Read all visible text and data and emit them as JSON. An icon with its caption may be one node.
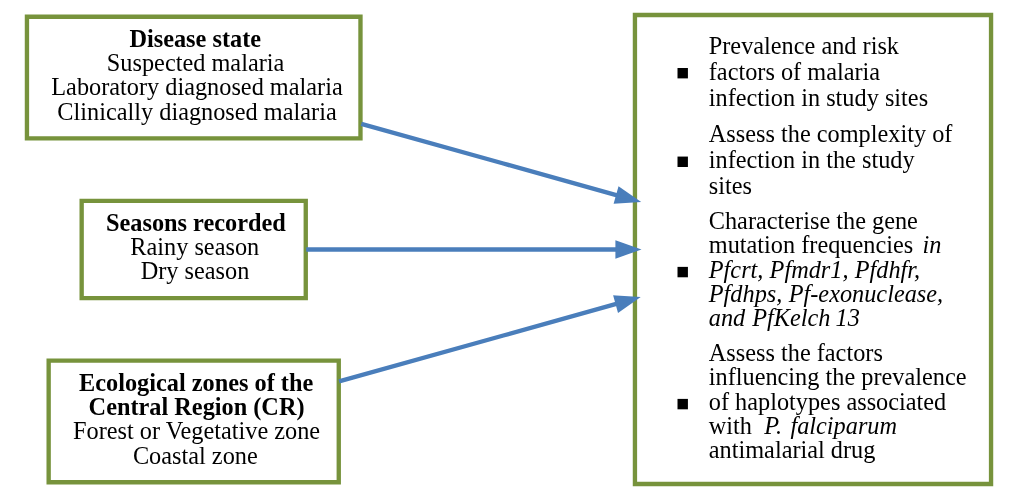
{
  "diagram": {
    "nodes": [
      {
        "text": [
          "Disease state",
          "Suspected malaria",
          "Laboratory diagnosed malaria",
          "Clinically diagnosed malaria"
        ]
      },
      {
        "text": [
          "Seasons recorded",
          "Rainy season",
          "Dry season"
        ]
      },
      {
        "text": [
          "Ecological zones of the Central Region (CR)",
          "Forest or Vegetative zone",
          "Coastal zone"
        ]
      },
      {
        "text": [
          "Prevalence and risk factors of malaria infection in study sites",
          "Assess the complexity of infection in the study sites",
          "Characterise the gene mutation frequencies *in Pfcrt, Pfmdr1, Pfdhfr, Pfdhps, Pf-exonuclease, and PfKelch 13*",
          "Assess the factors influencing the prevalence of haplotypes associated with *P. falciparum* antimalarial drug"
        ]
      }
    ],
    "edges": [
      {
        "from": 0,
        "to": 3,
        "arrow": "to"
      },
      {
        "from": 1,
        "to": 3,
        "arrow": "to"
      },
      {
        "from": 2,
        "to": 3,
        "arrow": "to"
      }
    ]
  }
}
